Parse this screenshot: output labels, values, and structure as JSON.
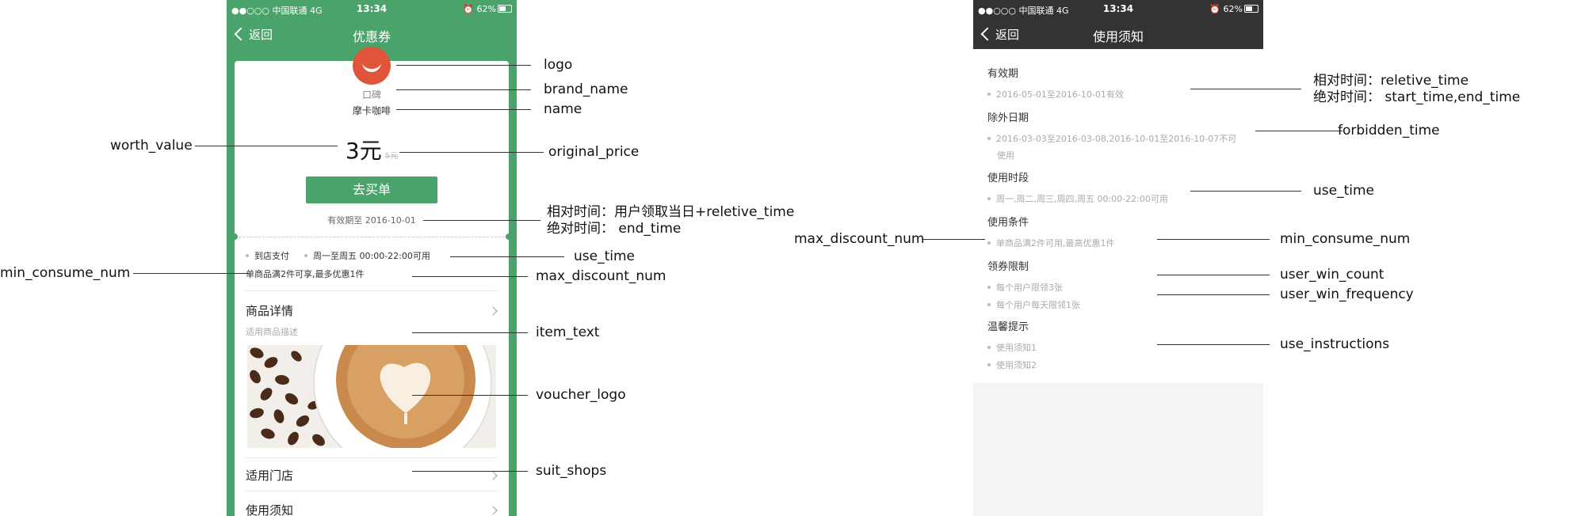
{
  "phone1": {
    "status": {
      "carrier": "●●○○○ 中国联通  4G",
      "time": "13:34",
      "battery": "⏰ 62%"
    },
    "nav": {
      "back": "返回",
      "title": "优惠券"
    },
    "coupon": {
      "brand": "口碑",
      "name": "摩卡咖啡",
      "worth": "3元",
      "original_price": "5元",
      "buy_button": "去买单",
      "validity": "有效期至 2016-10-01",
      "pay_tag": "到店支付",
      "use_time": "周一至周五 00:00-22:00可用",
      "limit": "单商品满2件可享,最多优惠1件",
      "detail_title": "商品详情",
      "item_text": "适用商品描述",
      "shops": "适用门店",
      "notice": "使用须知"
    }
  },
  "phone2": {
    "status": {
      "carrier": "●●○○○ 中国联通  4G",
      "time": "13:34",
      "battery": "⏰ 62%"
    },
    "nav": {
      "back": "返回",
      "title": "使用须知"
    },
    "sections": {
      "s1": {
        "title": "有效期",
        "items": [
          "2016-05-01至2016-10-01有效"
        ]
      },
      "s2": {
        "title": "除外日期",
        "items": [
          "2016-03-03至2016-03-08,2016-10-01至2016-10-07不可",
          "使用"
        ]
      },
      "s3": {
        "title": "使用时段",
        "items": [
          "周一,周二,周三,周四,周五 00:00-22:00可用"
        ]
      },
      "s4": {
        "title": "使用条件",
        "items": [
          "单商品满2件可用,最高优惠1件"
        ]
      },
      "s5": {
        "title": "领券限制",
        "items": [
          "每个用户限领3张",
          "每个用户每天限领1张"
        ]
      },
      "s6": {
        "title": "温馨提示",
        "items": [
          "使用须知1",
          "使用须知2"
        ]
      }
    }
  },
  "annotations": {
    "logo": "logo",
    "brand_name": "brand_name",
    "name": "name",
    "worth_value": "worth_value",
    "original_price": "original_price",
    "validity_rel": "相对时间：用户领取当日+reletive_time",
    "validity_abs": "绝对时间：  end_time",
    "use_time": "use_time",
    "min_consume_num": "min_consume_num",
    "max_discount_num": "max_discount_num",
    "item_text": "item_text",
    "voucher_logo": "voucher_logo",
    "suit_shops": "suit_shops",
    "p2_rel": "相对时间：reletive_time",
    "p2_abs": "绝对时间：  start_time,end_time",
    "p2_forbidden": "forbidden_time",
    "p2_use_time": "use_time",
    "p2_max_discount": "max_discount_num",
    "p2_min_consume": "min_consume_num",
    "p2_win_count": "user_win_count",
    "p2_win_freq": "user_win_frequency",
    "p2_instructions": "use_instructions"
  },
  "colors": {
    "brand_green": "#4aa36a",
    "logo_red": "#e0553a",
    "dark_header": "#333333"
  }
}
